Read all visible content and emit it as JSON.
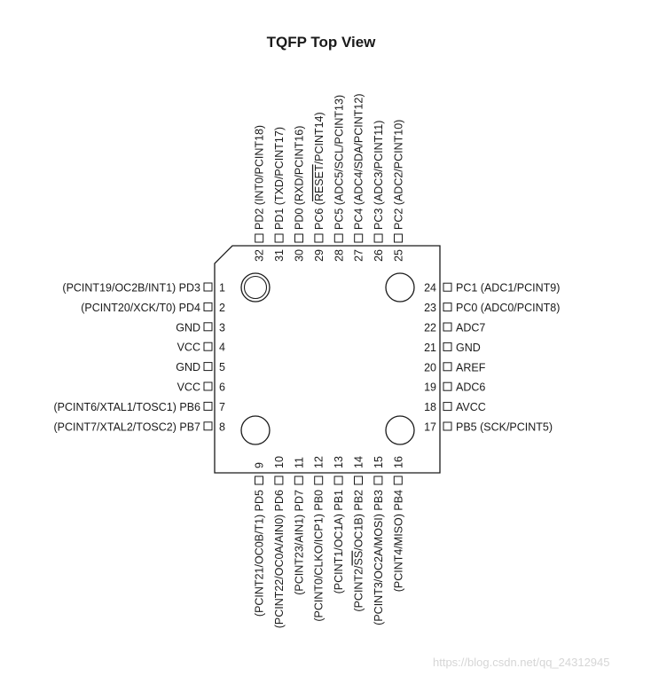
{
  "title": "TQFP Top View",
  "watermark": "https://blog.csdn.net/qq_24312945",
  "colors": {
    "ink": "#1a1a1a",
    "background": "#ffffff",
    "watermark": "#d6d6d6"
  },
  "package": {
    "left_pins": [
      {
        "number": "1",
        "label": "(PCINT19/OC2B/INT1) PD3"
      },
      {
        "number": "2",
        "label": "(PCINT20/XCK/T0) PD4"
      },
      {
        "number": "3",
        "label": "GND"
      },
      {
        "number": "4",
        "label": "VCC"
      },
      {
        "number": "5",
        "label": "GND"
      },
      {
        "number": "6",
        "label": "VCC"
      },
      {
        "number": "7",
        "label": "(PCINT6/XTAL1/TOSC1) PB6"
      },
      {
        "number": "8",
        "label": "(PCINT7/XTAL2/TOSC2) PB7"
      }
    ],
    "bottom_pins": [
      {
        "number": "9",
        "label": "(PCINT21/OC0B/T1) PD5"
      },
      {
        "number": "10",
        "label": "(PCINT22/OC0A/AIN0) PD6"
      },
      {
        "number": "11",
        "label": "(PCINT23/AIN1) PD7"
      },
      {
        "number": "12",
        "label": "(PCINT0/CLKO/ICP1) PB0"
      },
      {
        "number": "13",
        "label": "(PCINT1/OC1A) PB1"
      },
      {
        "number": "14",
        "label": "(PCINT2/SS/OC1B) PB2"
      },
      {
        "number": "15",
        "label": "(PCINT3/OC2A/MOSI) PB3"
      },
      {
        "number": "16",
        "label": "(PCINT4/MISO) PB4"
      }
    ],
    "right_pins": [
      {
        "number": "17",
        "label": "PB5 (SCK/PCINT5)"
      },
      {
        "number": "18",
        "label": "AVCC"
      },
      {
        "number": "19",
        "label": "ADC6"
      },
      {
        "number": "20",
        "label": "AREF"
      },
      {
        "number": "21",
        "label": "GND"
      },
      {
        "number": "22",
        "label": "ADC7"
      },
      {
        "number": "23",
        "label": "PC0 (ADC0/PCINT8)"
      },
      {
        "number": "24",
        "label": "PC1 (ADC1/PCINT9)"
      }
    ],
    "top_pins": [
      {
        "number": "25",
        "label": "PC2 (ADC2/PCINT10)"
      },
      {
        "number": "26",
        "label": "PC3 (ADC3/PCINT11)"
      },
      {
        "number": "27",
        "label": "PC4 (ADC4/SDA/PCINT12)"
      },
      {
        "number": "28",
        "label": "PC5 (ADC5/SCL/PCINT13)"
      },
      {
        "number": "29",
        "label": "PC6 (RESET/PCINT14)"
      },
      {
        "number": "30",
        "label": "PD0 (RXD/PCINT16)"
      },
      {
        "number": "31",
        "label": "PD1 (TXD/PCINT17)"
      },
      {
        "number": "32",
        "label": "PD2 (INT0/PCINT18)"
      }
    ]
  }
}
